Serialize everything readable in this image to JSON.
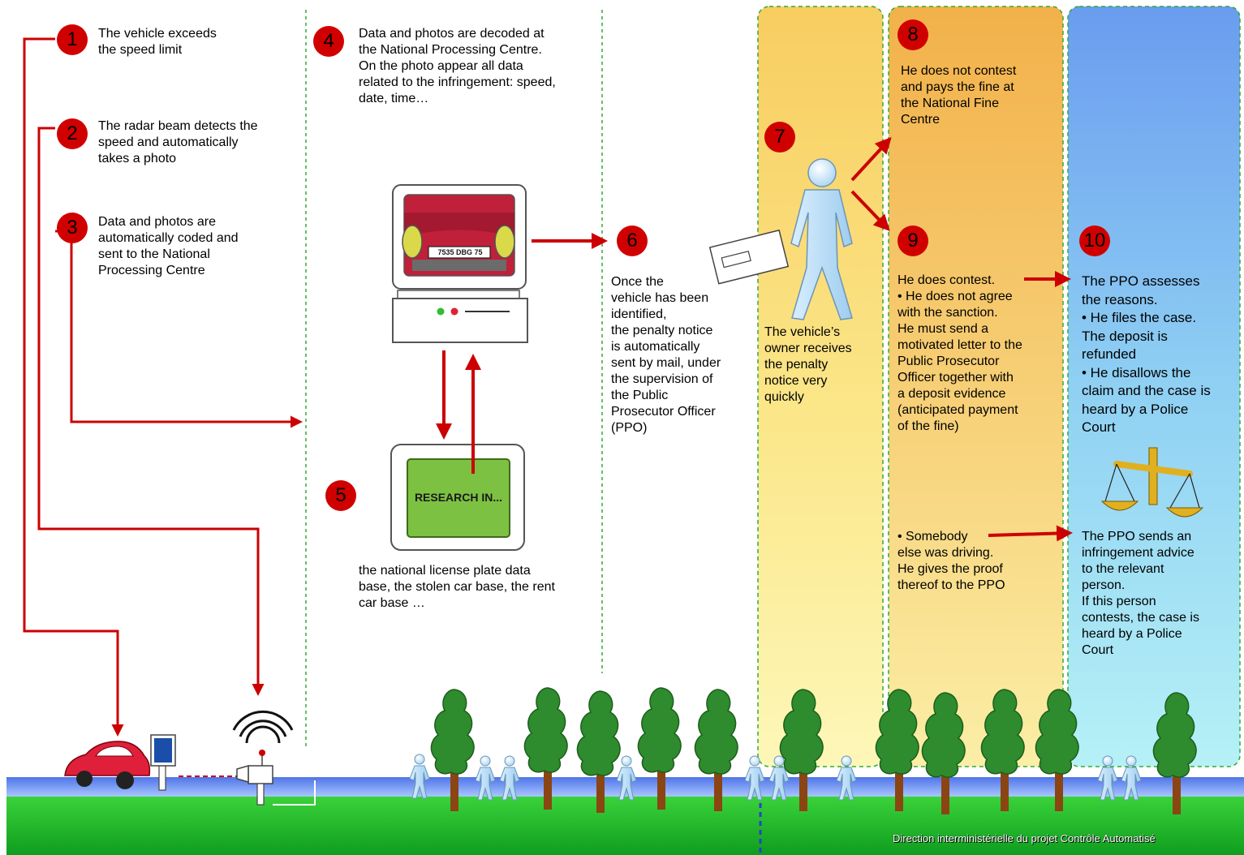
{
  "steps": [
    {
      "number": "1",
      "text": "The vehicle exceeds\nthe speed limit"
    },
    {
      "number": "2",
      "text": "The radar beam detects the\nspeed and automatically\ntakes a photo"
    },
    {
      "number": "3",
      "text": "Data and photos are\nautomatically coded and\nsent to the National\nProcessing Centre"
    },
    {
      "number": "4",
      "text": "Data and photos are decoded at\nthe National Processing Centre.\nOn the photo appear all data\nrelated to the infringement: speed,\ndate, time…"
    },
    {
      "number": "5",
      "text": "the national license plate data\nbase, the stolen car base, the rent\ncar base …"
    },
    {
      "number": "6",
      "text": "Once the\nvehicle has been\nidentified,\nthe penalty notice\nis automatically\nsent by mail, under\nthe supervision of\nthe Public\nProsecutor Officer\n(PPO)"
    },
    {
      "number": "7",
      "text": "The vehicle’s\nowner receives\nthe penalty\nnotice very\nquickly"
    },
    {
      "number": "8",
      "text": "He does not contest\nand pays the fine at\nthe National Fine\nCentre"
    },
    {
      "number": "9",
      "text": "He does contest.\n• He does not agree\nwith the sanction.\nHe must send a\nmotivated letter to the\nPublic Prosecutor\nOfficer together with\na deposit evidence\n(anticipated payment\nof the fine)"
    },
    {
      "number": "10",
      "text": "The PPO assesses\nthe reasons.\n• He files the case.\nThe deposit is\nrefunded\n• He disallows the\nclaim and the case is\nheard by a Police\nCourt"
    }
  ],
  "somebody_else_text": "• Somebody\nelse was driving.\nHe gives the proof\nthereof to the PPO",
  "ppo_advice_text": "The PPO sends an\ninfringement advice\nto the relevant\nperson.\nIf this person\ncontests, the case is\nheard by a Police\nCourt",
  "license_plate": "7535 DBG 75",
  "screen_search_text": "RESEARCH IN...",
  "credit": "Direction interministérielle du projet Contrôle Automatisé",
  "colors": {
    "arrow": "#cc0000",
    "badge": "#d00000",
    "grass": "#22bb22",
    "sky_strip": "#5577ee",
    "tree": "#2e8b2e",
    "trunk": "#8b4513"
  }
}
